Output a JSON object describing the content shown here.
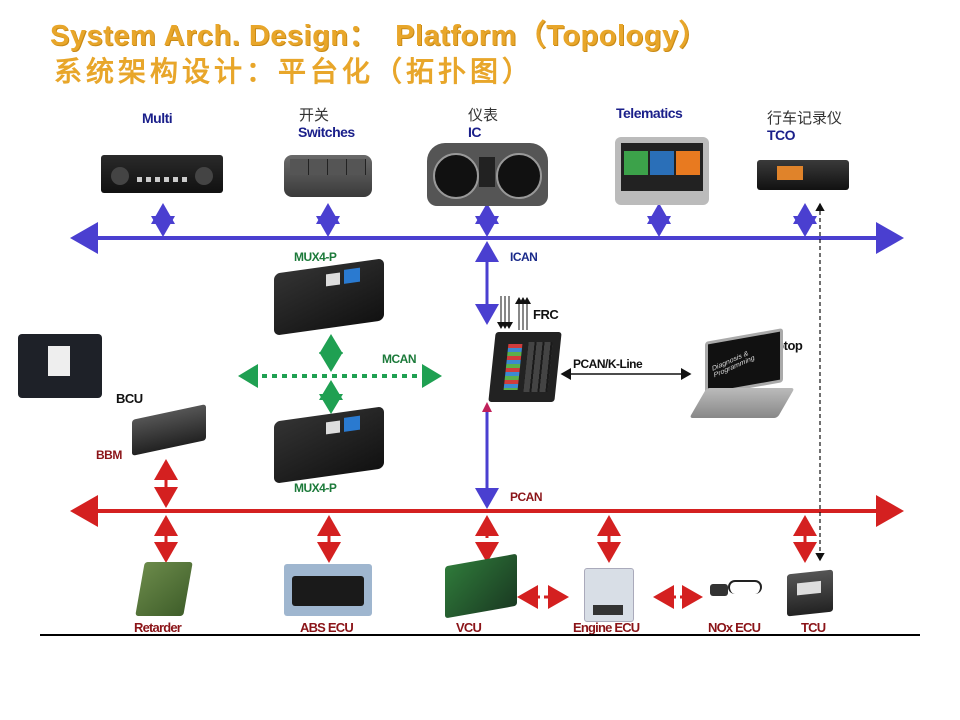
{
  "title": {
    "english": "System Arch. Design：  Platform（Topology）",
    "chinese": "系统架构设计：平台化（拓扑图）"
  },
  "colors": {
    "title": "#e8a62a",
    "ican_bus": "#4a3fd0",
    "pcan_bus": "#d42020",
    "mcan_bus": "#1fa052",
    "kline": "#111111"
  },
  "top_devices": [
    {
      "id": "multi",
      "cn": "",
      "en": "Multi",
      "icon": "radio-unit-icon"
    },
    {
      "id": "switches",
      "cn": "开关",
      "en": "Switches",
      "icon": "switch-panel-icon"
    },
    {
      "id": "ic",
      "cn": "仪表",
      "en": "IC",
      "icon": "instrument-cluster-icon"
    },
    {
      "id": "telematics",
      "cn": "",
      "en": "Telematics",
      "icon": "telematics-screen-icon"
    },
    {
      "id": "tco",
      "cn": "行车记录仪",
      "en": "TCO",
      "icon": "tachograph-icon"
    }
  ],
  "buses": {
    "ican": "ICAN",
    "mcan": "MCAN",
    "pcan": "PCAN",
    "kline": "PCAN/K-Line"
  },
  "middle_devices": {
    "mux_top": "MUX4-P",
    "mux_bottom": "MUX4-P",
    "frc": "FRC",
    "laptop": "Laptop",
    "laptop_screen": "Diagnosis & Programming",
    "bcu": "BCU",
    "bbm": "BBM"
  },
  "bottom_devices": [
    {
      "id": "retarder",
      "label": "Retarder",
      "icon": "retarder-board-icon"
    },
    {
      "id": "abs",
      "label": "ABS ECU",
      "icon": "abs-ecu-icon"
    },
    {
      "id": "vcu",
      "label": "VCU",
      "icon": "vcu-board-icon"
    },
    {
      "id": "engine",
      "label": "Engine ECU",
      "icon": "engine-ecu-icon"
    },
    {
      "id": "nox",
      "label": "NOx ECU",
      "icon": "nox-sensor-icon"
    },
    {
      "id": "tcu",
      "label": "TCU",
      "icon": "tcu-box-icon"
    }
  ]
}
